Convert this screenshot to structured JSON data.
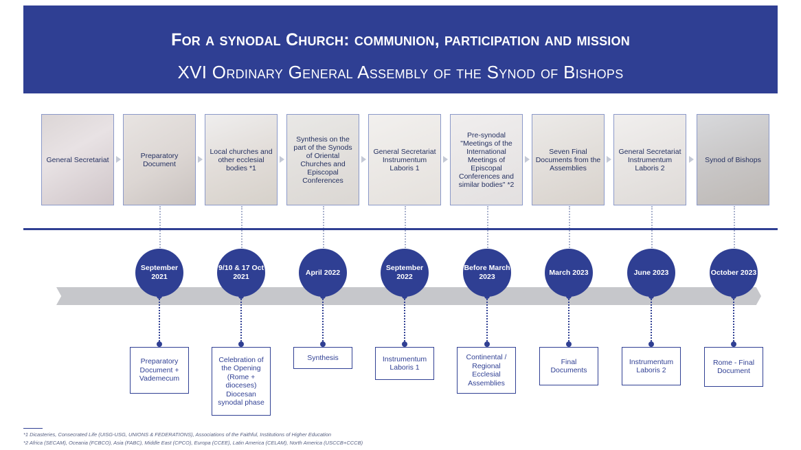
{
  "header": {
    "title": "For a synodal Church: communion, participation and mission",
    "subtitle": "XVI Ordinary General Assembly of the Synod of Bishops"
  },
  "stages": [
    {
      "label": "General Secretariat"
    },
    {
      "label": "Preparatory Document"
    },
    {
      "label": "Local churches and other ecclesial bodies *1"
    },
    {
      "label": "Synthesis on the part of the Synods of Oriental Churches and Episcopal Conferences"
    },
    {
      "label": "General Secretariat Instrumentum Laboris 1"
    },
    {
      "label": "Pre-synodal \"Meetings of the International Meetings of Episcopal Conferences and similar bodies\" *2"
    },
    {
      "label": "Seven Final Documents from the Assemblies"
    },
    {
      "label": "General Secretariat Instrumentum Laboris 2"
    },
    {
      "label": "Synod of Bishops"
    }
  ],
  "milestones": [
    {
      "date": "September 2021",
      "result": "Preparatory Document + Vademecum"
    },
    {
      "date": "9/10 & 17 Oct 2021",
      "result": "Celebration of the Opening (Rome + dioceses) Diocesan synodal phase"
    },
    {
      "date": "April 2022",
      "result": "Synthesis"
    },
    {
      "date": "September 2022",
      "result": "Instrumentum Laboris 1"
    },
    {
      "date": "Before March 2023",
      "result": "Continental / Regional Ecclesial Assemblies"
    },
    {
      "date": "March 2023",
      "result": "Final Documents"
    },
    {
      "date": "June 2023",
      "result": "Instrumentum Laboris 2"
    },
    {
      "date": "October 2023",
      "result": "Rome - Final Document"
    }
  ],
  "footnotes": {
    "note1": "*1 Dicasteries, Consecrated Life (UISG-USG, UNIONS & FEDERATIONS), Associations of the Faithful, Institutions of Higher Education",
    "note2": "*2 Africa (SECAM), Oceania (FCBCO), Asia (FABC), Middle East (CPCO), Europa (CCEE), Latin America (CELAM), North America (USCCB+CCCB)"
  },
  "colors": {
    "primary": "#2f3f93",
    "timeline_arrow": "#c6c7cb"
  }
}
